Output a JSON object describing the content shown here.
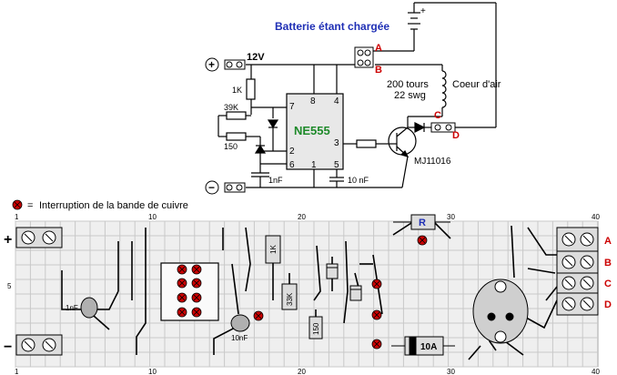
{
  "schematic": {
    "title": "Batterie étant chargée",
    "supply": "12V",
    "ic_name": "NE555",
    "coil_turns": "200 tours",
    "coil_wire": "22 swg",
    "core": "Coeur d'air",
    "transistor": "MJ11016",
    "components": {
      "r1": "1K",
      "r2": "39K",
      "r3": "150",
      "c1": "1nF",
      "c2": "10 nF"
    },
    "pins": {
      "p7": "7",
      "p8": "8",
      "p4": "4",
      "p2": "2",
      "p6": "6",
      "p1": "1",
      "p5": "5",
      "p3": "3"
    },
    "terminals": {
      "a": "A",
      "b": "B",
      "c": "C",
      "d": "D"
    }
  },
  "legend": {
    "symbol": "=",
    "text": "Interruption de la bande de cuivre"
  },
  "board": {
    "column_labels": {
      "c1": "1",
      "c10": "10",
      "c20": "20",
      "c30": "30",
      "c40": "40"
    },
    "row_label_5": "5",
    "parts": {
      "r_top": "R",
      "r_1k": "1K",
      "r_33k": "33K",
      "r_150": "150",
      "c_1nf": "1nF",
      "c_10nf": "10nF",
      "diode": "10A"
    },
    "terminals": {
      "a": "A",
      "b": "B",
      "c": "C",
      "d": "D"
    },
    "power": {
      "plus": "+",
      "minus": "−"
    }
  },
  "colors": {
    "terminal_red": "#cc0000",
    "title_blue": "#1f2fb5",
    "grid": "#c8c8c8",
    "board_bg": "#efefef",
    "ic_fill": "#e8e8e8",
    "ic_text": "#1e8a2a"
  }
}
